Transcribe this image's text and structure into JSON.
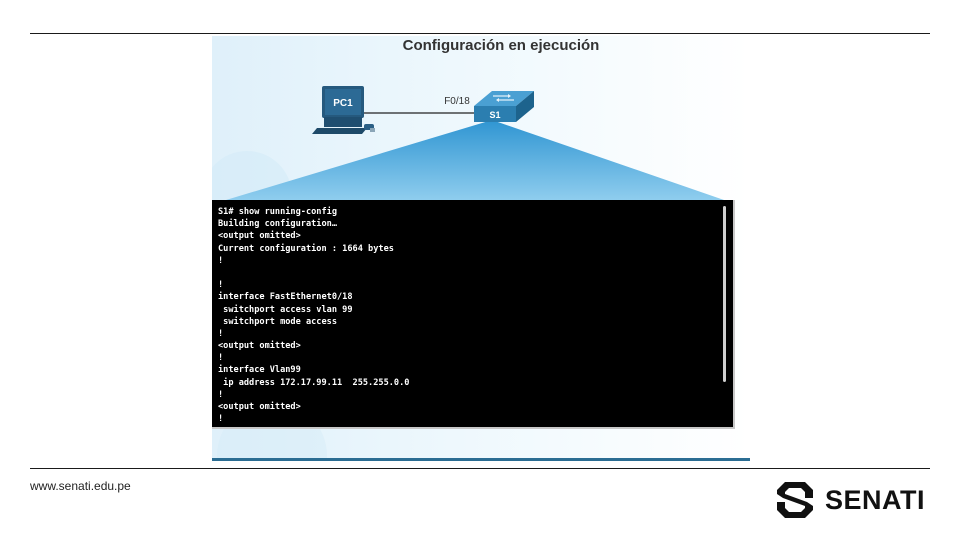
{
  "slide": {
    "title": "Configuración en ejecución",
    "diagram": {
      "pc_label": "PC1",
      "port_label": "F0/18",
      "switch_label": "S1"
    },
    "terminal_lines": [
      "S1# show running-config",
      "Building configuration…",
      "<output omitted>",
      "Current configuration : 1664 bytes",
      "!",
      "",
      "!",
      "interface FastEthernet0/18",
      " switchport access vlan 99",
      " switchport mode access",
      "!",
      "<output omitted>",
      "!",
      "interface Vlan99",
      " ip address 172.17.99.11  255.255.0.0",
      "!",
      "<output omitted>",
      "!"
    ]
  },
  "footer": {
    "url": "www.senati.edu.pe",
    "logo_text": "SENATI"
  },
  "colors": {
    "terminal_bg": "#000000",
    "beam": "#3a9fd6",
    "switch": "#2f82b3",
    "accent_bar": "#2b6d93"
  },
  "icons": [
    "pc-icon",
    "switch-icon",
    "senati-logo-icon"
  ]
}
